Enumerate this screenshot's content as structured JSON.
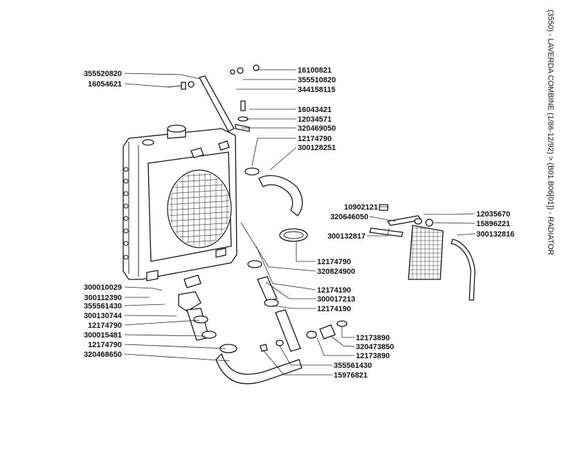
{
  "title": "(3550) - LAVERDA COMBINE (1/86-12/92) > (B01.B06[01]) - RADIATOR",
  "labels_left": [
    "355520820",
    "16054621",
    "300010029",
    "300112390",
    "355561430",
    "300130744",
    "12174790",
    "300015481",
    "12174790",
    "320468650"
  ],
  "labels_top": [
    "16100821",
    "355510820",
    "344158115",
    "16043421",
    "12034571",
    "320469050",
    "12174790",
    "300128251"
  ],
  "labels_middle": [
    "12174790",
    "320824900",
    "12174190",
    "300017213",
    "12174190",
    "12173890",
    "320473850",
    "12173890",
    "355561430",
    "15976821"
  ],
  "labels_right": [
    "10902121",
    "320646050",
    "300132817",
    "12035670",
    "15896221",
    "300132816"
  ]
}
